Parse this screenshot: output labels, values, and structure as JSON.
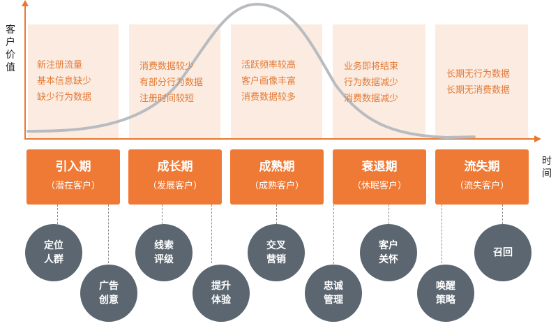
{
  "axes": {
    "y_label": "客户价值",
    "x_label": "时间"
  },
  "panels": [
    {
      "lines": [
        "新注册流量",
        "基本信息缺少",
        "缺少行为数据"
      ]
    },
    {
      "lines": [
        "消费数据较少",
        "有部分行为数据",
        "注册时间较短"
      ]
    },
    {
      "lines": [
        "活跃频率较高",
        "客户画像丰富",
        "消费数据较多"
      ]
    },
    {
      "lines": [
        "业务即将结束",
        "行为数据减少",
        "消费数据减少"
      ]
    },
    {
      "lines": [
        "长期无行为数据",
        "长期无消费数据"
      ]
    }
  ],
  "stages": [
    {
      "title": "引入期",
      "sub": "（潜在客户）"
    },
    {
      "title": "成长期",
      "sub": "（发展客户）"
    },
    {
      "title": "成熟期",
      "sub": "（成熟客户）"
    },
    {
      "title": "衰退期",
      "sub": "（休眠客户）"
    },
    {
      "title": "流失期",
      "sub": "（流失客户）"
    }
  ],
  "actions": [
    {
      "label": "定位人群"
    },
    {
      "label": "广告创意"
    },
    {
      "label": "线索评级"
    },
    {
      "label": "提升体验"
    },
    {
      "label": "交叉营销"
    },
    {
      "label": "忠诚管理"
    },
    {
      "label": "客户关怀"
    },
    {
      "label": "唤醒策略"
    },
    {
      "label": "召回"
    }
  ],
  "colors": {
    "accent": "#ef7a35",
    "panel": "#fcebe0",
    "panel_text": "#e37a35",
    "circle": "#5b6670",
    "curve": "#b8bcc1"
  }
}
